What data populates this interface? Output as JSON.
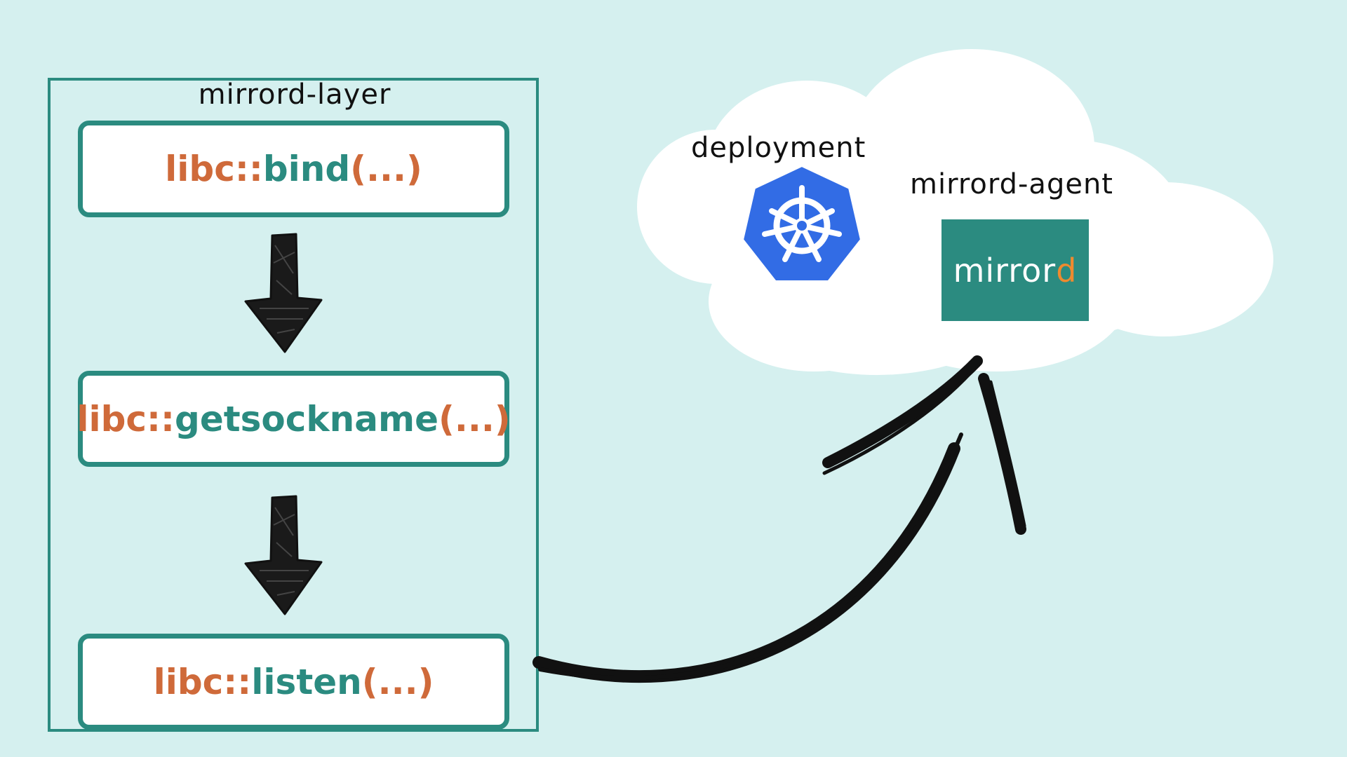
{
  "layer": {
    "title": "mirrord-layer",
    "calls": [
      {
        "namespace": "libc::",
        "function": "bind",
        "args": "(...)"
      },
      {
        "namespace": "libc::",
        "function": "getsockname",
        "args": "(...)"
      },
      {
        "namespace": "libc::",
        "function": "listen",
        "args": "(...)"
      }
    ]
  },
  "cluster": {
    "deployment_label": "deployment",
    "agent_label": "mirrord-agent",
    "agent_logo": {
      "main": "mirror",
      "accent": "d"
    }
  },
  "colors": {
    "background": "#d5f0ef",
    "teal": "#2b8b80",
    "orange": "#cf6a3a",
    "k8s_blue": "#326ce5",
    "logo_accent": "#ef8a2e"
  },
  "icons": [
    "arrow-down-icon",
    "kubernetes-icon",
    "mirrord-logo",
    "curved-arrow-icon",
    "cloud-shape"
  ]
}
